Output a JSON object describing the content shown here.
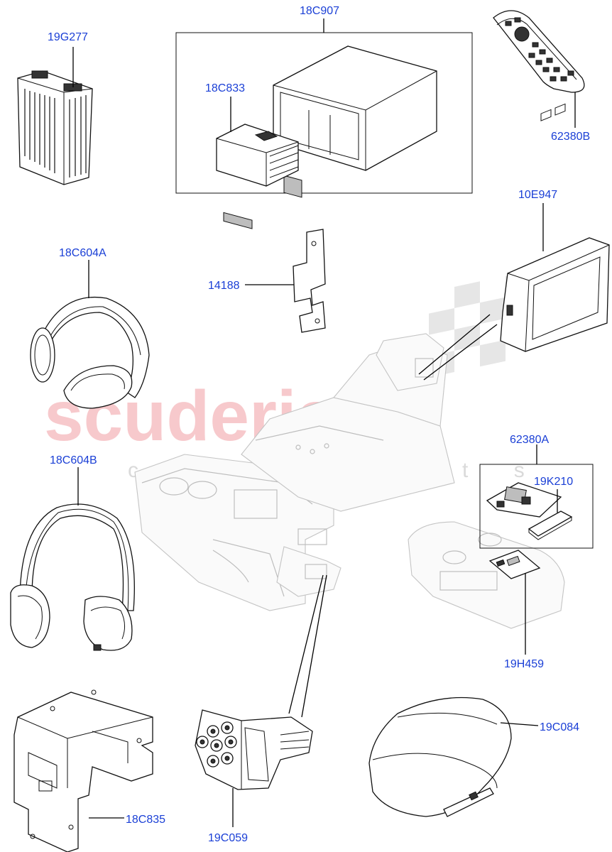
{
  "watermark": {
    "brand": "scuderia",
    "sub": "c a r   p a r t s"
  },
  "parts": {
    "p19G277": "19G277",
    "p18C907": "18C907",
    "p18C833": "18C833",
    "p62380B": "62380B",
    "p10E947": "10E947",
    "p18C604A": "18C604A",
    "p14188": "14188",
    "p18C604B": "18C604B",
    "p62380A": "62380A",
    "p19K210": "19K210",
    "p19H459": "19H459",
    "p19C084": "19C084",
    "p18C835": "18C835",
    "p19C059": "19C059"
  },
  "colors": {
    "label": "#1a3fd6",
    "line": "#000000",
    "watermark": "#f7c9cc",
    "ghost": "#bdbdbd"
  }
}
